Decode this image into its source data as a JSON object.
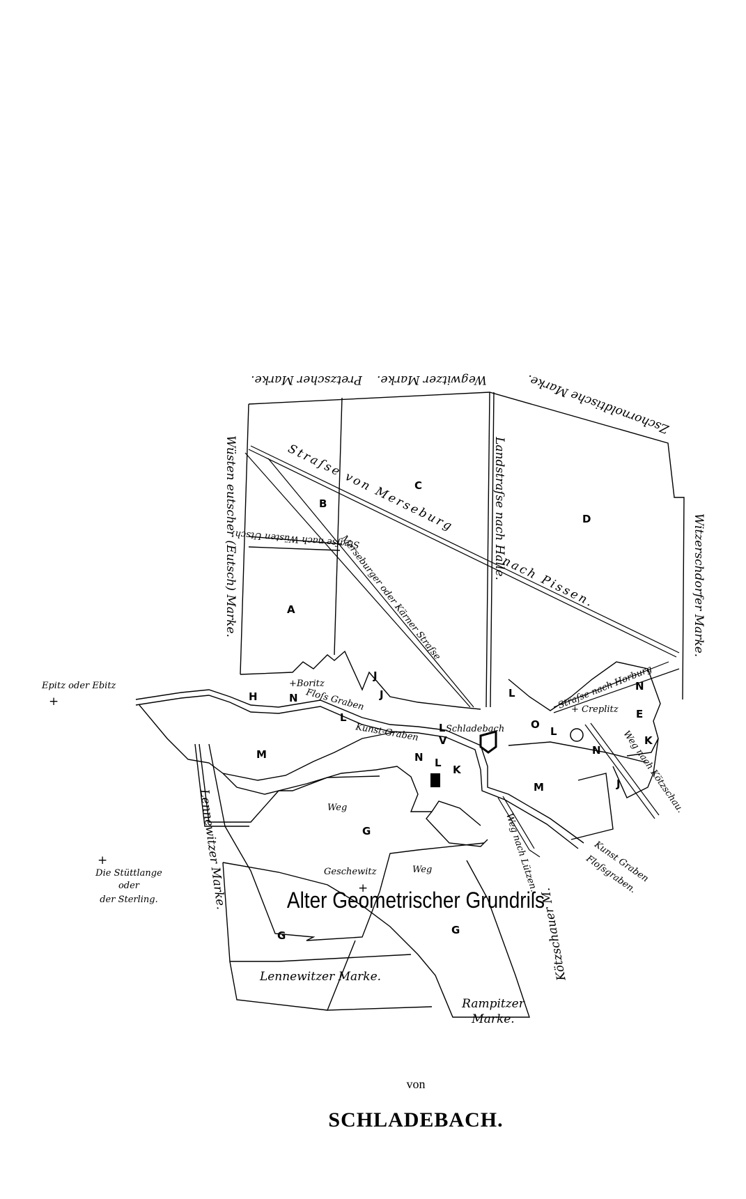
{
  "map": {
    "title_line1": "Alter Geometrischer Grundriſs",
    "title_line2": "von",
    "title_line3": "SCHLADEBACH.",
    "border_labels": {
      "pretzscher": "Pretzscher Marke.",
      "wegwitzer": "Wegwitzer Marke.",
      "zschornoldt": "Zschornoldtische Marke.",
      "wuesten": "Wüsten eutscher (Eutsch) Marke.",
      "witzerschdorfer": "Witzerschdorfer Marke.",
      "lennewitzer_side": "Lennewitzer Marke.",
      "lennewitzer_bottom": "Lennewitzer Marke.",
      "rampitzer_1": "Rampitzer",
      "rampitzer_2": "Marke.",
      "koetzschauer": "Kötzschauer M."
    },
    "road_labels": {
      "landstrasse": "Landstraſse nach Halle.",
      "merseburg_1": "Straſse von Merseburg",
      "merseburg_2": "nach Pissen.",
      "kaerner": "Merseburger oder Kärner Straſse",
      "wuesten_strasse": "Straſse nach Wüsten Utsch.",
      "horburg": "Straſse nach Horburg",
      "koetzschau": "Weg nach Kötzschau.",
      "luetzen": "Weg nach Lützen.",
      "weg1": "Weg",
      "weg2": "Weg",
      "kunstgraben": "Kunst-Graben",
      "flossgraben": "Floſs Graben",
      "kunst_floss": "Kunst Graben",
      "floss2": "Floſsgraben."
    },
    "places": {
      "epitz": "Epitz oder Ebitz",
      "stuettlange_1": "Die Stüttlange",
      "stuettlange_2": "oder",
      "stuettlange_3": "der Sterling.",
      "boritz": "+Boritz",
      "creplitz": "+ Creplitz",
      "schladebach": "Schladebach",
      "geschewitz": "Geschewitz"
    },
    "field_letters": [
      "A",
      "B",
      "C",
      "D",
      "G",
      "G",
      "G",
      "H",
      "N",
      "J",
      "J",
      "L",
      "L",
      "L",
      "L",
      "L",
      "K",
      "K",
      "M",
      "M",
      "N",
      "N",
      "N",
      "O",
      "E",
      "J",
      "V"
    ]
  }
}
